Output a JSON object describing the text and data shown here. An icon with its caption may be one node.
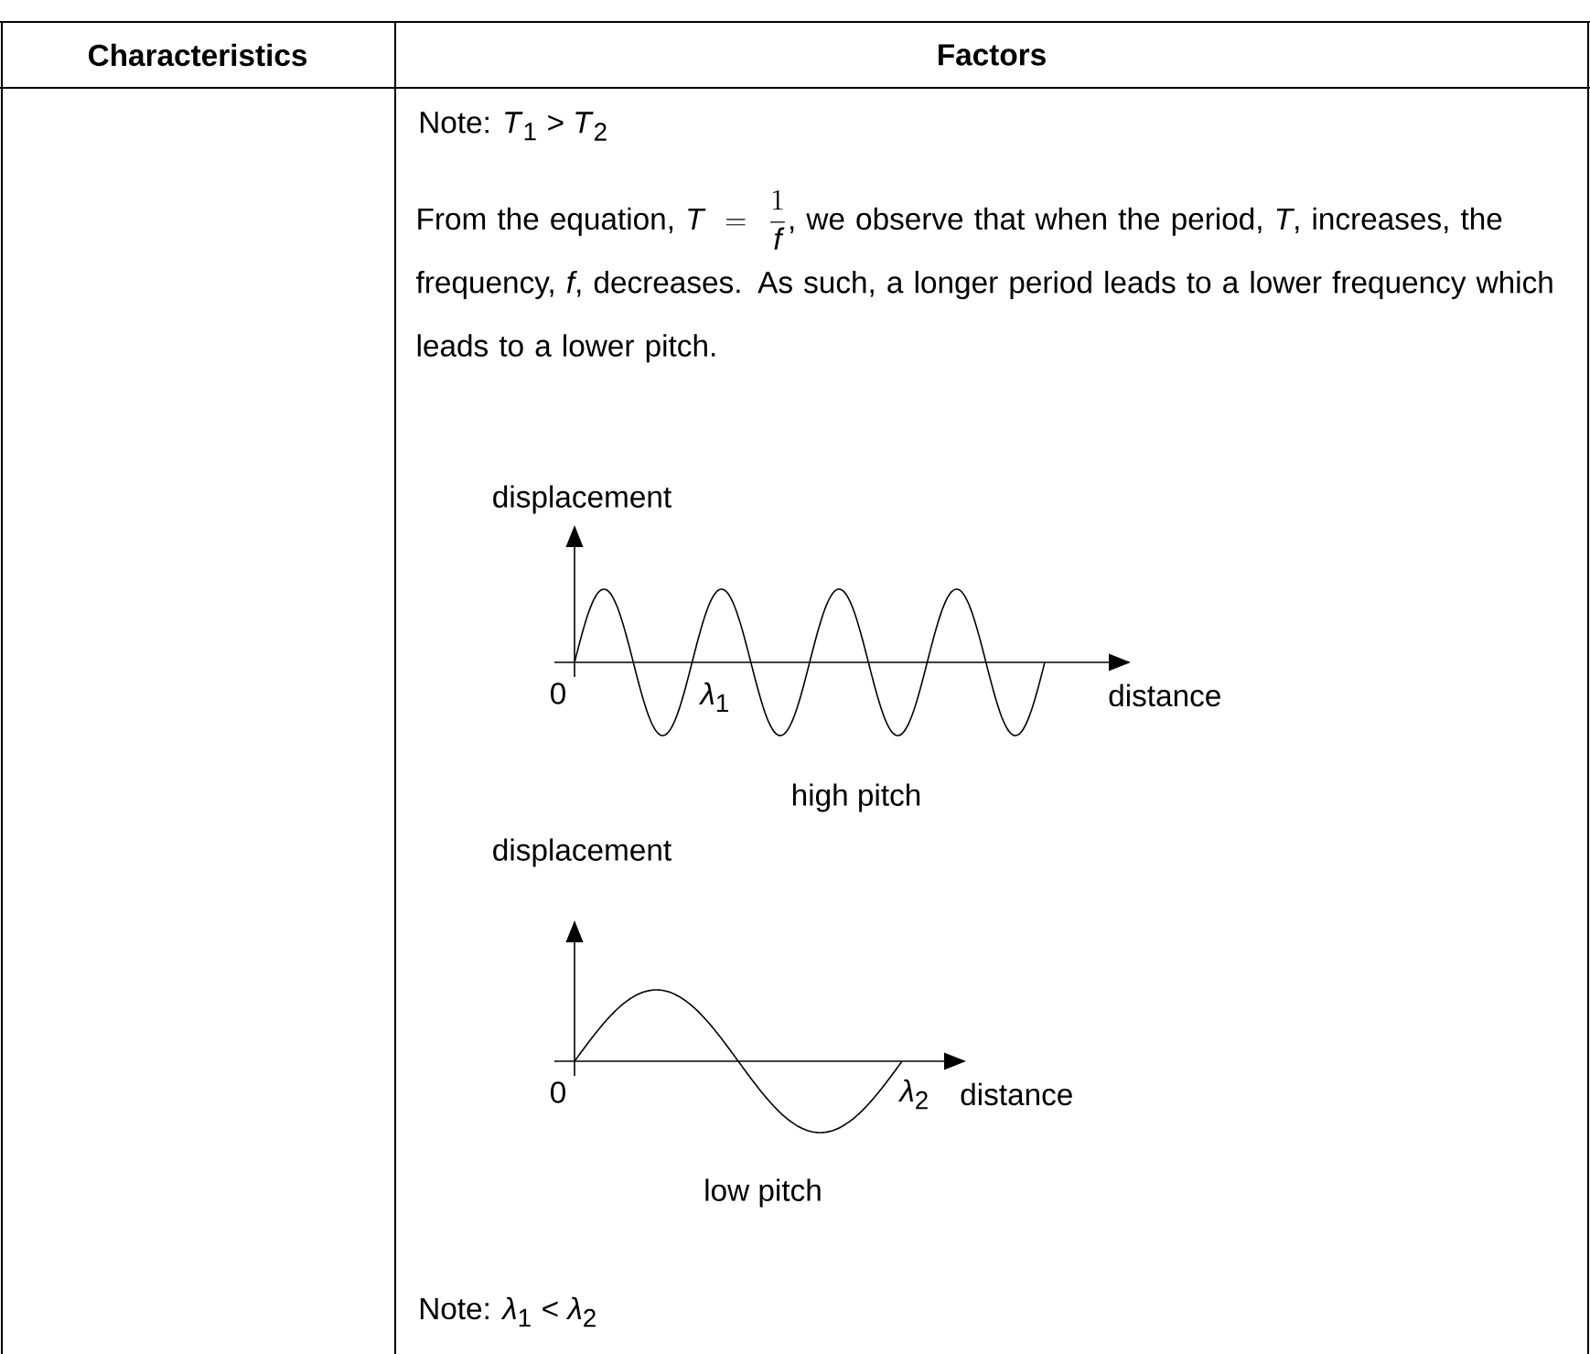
{
  "diagram": {
    "labels": [
      "Characteristics",
      "Factors",
      "Note: *T*$_{1}$ > *T*$_{2}$",
      "From the equation,",
      "T = \\frac{1}{f}",
      ", we observe that when the period, *T*, increases, the frequency, *f*, decreases. As such, a longer period leads to a lower frequency which leads to a lower pitch.",
      "displacement",
      "0",
      "*λ*$_{1}$",
      "distance",
      "high pitch",
      "displacement",
      "0",
      "*λ*$_{2}$",
      "distance",
      "low pitch",
      "Note:  *λ*$_{1}$ < *λ*$_{2}$"
    ]
  }
}
